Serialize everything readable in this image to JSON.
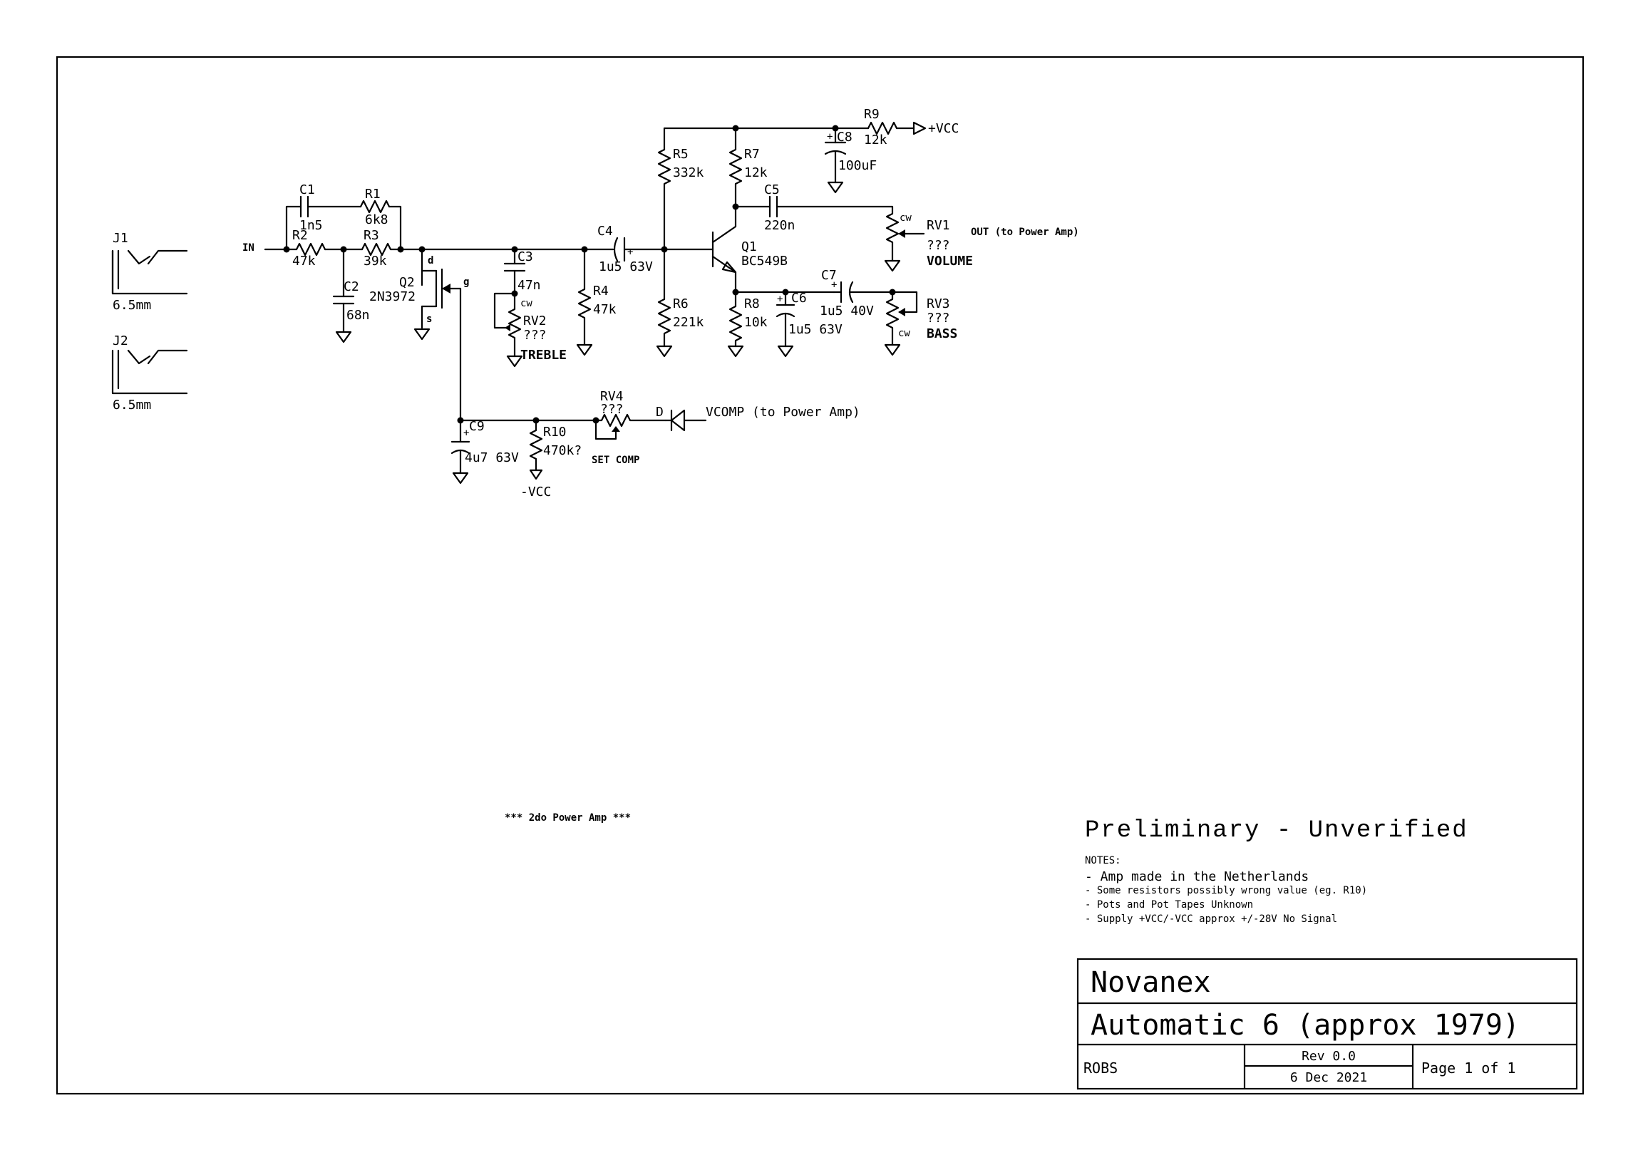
{
  "status": "Preliminary - Unverified",
  "notes": {
    "header": "NOTES:",
    "items": [
      "- Amp made in the Netherlands",
      "- Some resistors possibly wrong value (eg. R10)",
      "- Pots and Pot Tapes Unknown",
      "- Supply +VCC/-VCC approx +/-28V No Signal"
    ]
  },
  "power_amp_note": "*** 2do Power Amp ***",
  "title_block": {
    "company": "Novanex",
    "title": "Automatic 6 (approx 1979)",
    "author": "ROBS",
    "rev": "Rev 0.0",
    "date": "6 Dec 2021",
    "page": "Page 1 of 1"
  },
  "nets": {
    "in": "IN",
    "vcc": "+VCC",
    "neg_vcc": "-VCC",
    "out": "OUT (to Power Amp)",
    "vcomp": "VCOMP (to Power Amp)"
  },
  "connectors": [
    {
      "ref": "J1",
      "value": "6.5mm"
    },
    {
      "ref": "J2",
      "value": "6.5mm"
    }
  ],
  "resistors": [
    {
      "ref": "R1",
      "value": "6k8"
    },
    {
      "ref": "R2",
      "value": "47k"
    },
    {
      "ref": "R3",
      "value": "39k"
    },
    {
      "ref": "R4",
      "value": "47k"
    },
    {
      "ref": "R5",
      "value": "332k"
    },
    {
      "ref": "R6",
      "value": "221k"
    },
    {
      "ref": "R7",
      "value": "12k"
    },
    {
      "ref": "R8",
      "value": "10k"
    },
    {
      "ref": "R9",
      "value": "12k"
    },
    {
      "ref": "R10",
      "value": "470k?"
    }
  ],
  "capacitors": [
    {
      "ref": "C1",
      "value": "1n5"
    },
    {
      "ref": "C2",
      "value": "68n"
    },
    {
      "ref": "C3",
      "value": "47n"
    },
    {
      "ref": "C4",
      "value": "1u5 63V"
    },
    {
      "ref": "C5",
      "value": "220n"
    },
    {
      "ref": "C6",
      "value": "1u5 63V"
    },
    {
      "ref": "C7",
      "value": "1u5 40V"
    },
    {
      "ref": "C8",
      "value": "100uF"
    },
    {
      "ref": "C9",
      "value": "4u7 63V"
    }
  ],
  "transistors": [
    {
      "ref": "Q1",
      "value": "BC549B"
    },
    {
      "ref": "Q2",
      "value": "2N3972",
      "pins": [
        "d",
        "g",
        "s"
      ]
    }
  ],
  "pots": [
    {
      "ref": "RV1",
      "value": "???",
      "name": "VOLUME",
      "tap": "cw"
    },
    {
      "ref": "RV2",
      "value": "???",
      "name": "TREBLE",
      "tap": "cw"
    },
    {
      "ref": "RV3",
      "value": "???",
      "name": "BASS",
      "tap": "cw"
    },
    {
      "ref": "RV4",
      "value": "???",
      "name": "SET COMP"
    }
  ],
  "diode": {
    "ref": "D"
  }
}
